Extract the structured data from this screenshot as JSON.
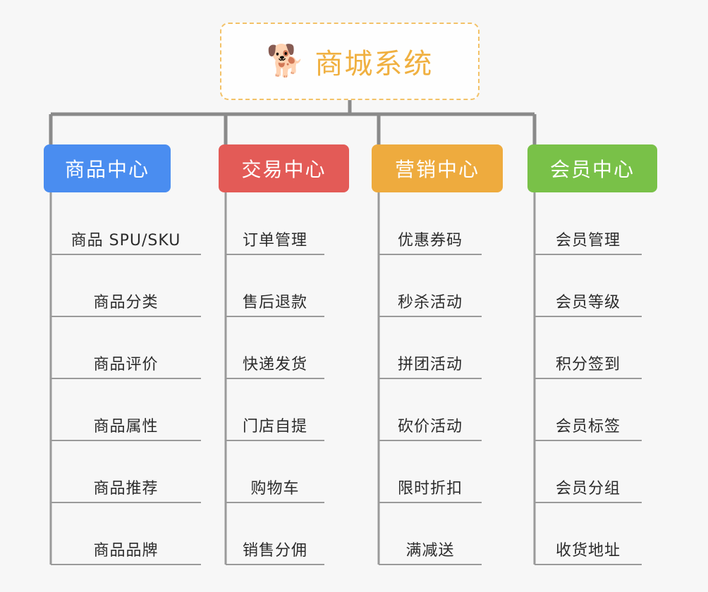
{
  "diagram": {
    "type": "org-tree",
    "background_color": "#f7f7f7",
    "root": {
      "title": "商城系统",
      "icon": "shiba-dog-icon",
      "emoji": "🐕",
      "border_color": "#f3c268",
      "text_color": "#f0b040",
      "background_color": "#fefefe"
    },
    "connector_color": "#8a8a8a",
    "leaf_line_color": "#9a9a9a",
    "columns": [
      {
        "label": "商品中心",
        "color": "#4a8df0",
        "items": [
          "商品 SPU/SKU",
          "商品分类",
          "商品评价",
          "商品属性",
          "商品推荐",
          "商品品牌"
        ]
      },
      {
        "label": "交易中心",
        "color": "#e35b57",
        "items": [
          "订单管理",
          "售后退款",
          "快递发货",
          "门店自提",
          "购物车",
          "销售分佣"
        ]
      },
      {
        "label": "营销中心",
        "color": "#eeab3e",
        "items": [
          "优惠券码",
          "秒杀活动",
          "拼团活动",
          "砍价活动",
          "限时折扣",
          "满减送"
        ]
      },
      {
        "label": "会员中心",
        "color": "#79c148",
        "items": [
          "会员管理",
          "会员等级",
          "积分签到",
          "会员标签",
          "会员分组",
          "收货地址"
        ]
      }
    ]
  }
}
